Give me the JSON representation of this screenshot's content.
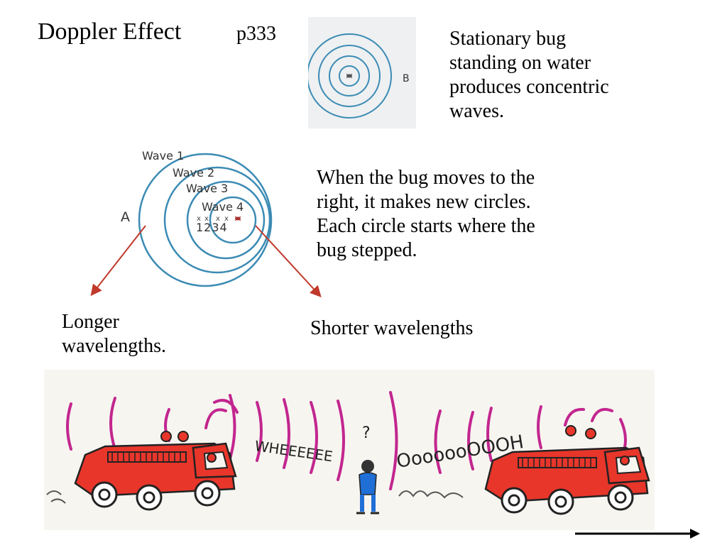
{
  "header": {
    "title": "Doppler Effect",
    "page_ref": "p333"
  },
  "stationary": {
    "point_label": "B",
    "caption_lines": [
      "Stationary bug",
      "standing on water",
      "produces concentric",
      "waves."
    ]
  },
  "moving": {
    "point_label": "A",
    "wave_labels": [
      "Wave 1",
      "Wave 2",
      "Wave 3",
      "Wave 4"
    ],
    "positions": "1234",
    "caption_lines": [
      "When the bug moves to the",
      "right, it makes new circles.",
      "Each circle starts where the",
      "bug stepped."
    ]
  },
  "labels": {
    "longer_lines": [
      "Longer",
      "wavelengths."
    ],
    "shorter": "Shorter wavelengths"
  },
  "cartoon": {
    "sound_before": "WHEEEEEE",
    "question": "?",
    "sound_after": "OoooooOOOH"
  },
  "colors": {
    "wave": "#3c8bb4",
    "arrow": "#c0392b",
    "truck": "#e8362b",
    "sound_wave": "#c2268f",
    "person": "#1f6fd6"
  }
}
